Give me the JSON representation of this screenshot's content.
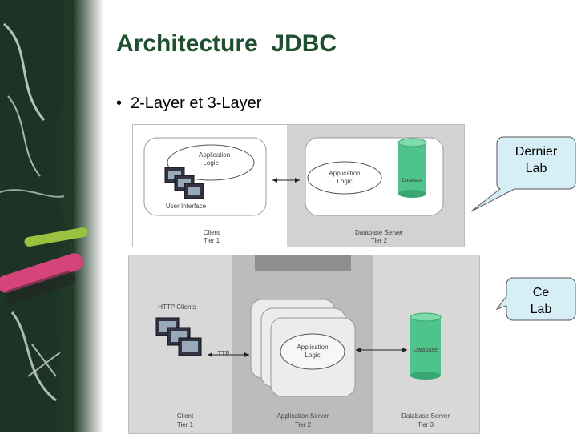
{
  "slide": {
    "title": "Architecture  JDBC",
    "bullet_symbol": "•",
    "bullet_text": "2-Layer et 3-Layer"
  },
  "diagram_2layer": {
    "app_logic_client": "Application Logic",
    "user_interface": "User Interface",
    "app_logic_server": "Application Logic",
    "database": "Database",
    "client_label": "Client",
    "client_tier": "Tier 1",
    "server_label": "Database Server",
    "server_tier": "Tier 2"
  },
  "diagram_3layer": {
    "http_clients": "HTTP Clients",
    "protocol": "TTP",
    "app_logic": "Application Logic",
    "database": "Database",
    "client_label": "Client",
    "client_tier": "Tier 1",
    "appserver_label": "Application Server",
    "appserver_tier": "Tier 2",
    "dbserver_label": "Database Server",
    "dbserver_tier": "Tier 3"
  },
  "callouts": {
    "top": [
      "Dernier",
      "Lab"
    ],
    "bottom": [
      "Ce",
      "Lab"
    ]
  },
  "colors": {
    "title": "#1f4f2f",
    "chalkboard": "#1d3325",
    "database": "#4fc48a",
    "callout_fill": "#d6eef5",
    "callout_border": "#555555"
  }
}
